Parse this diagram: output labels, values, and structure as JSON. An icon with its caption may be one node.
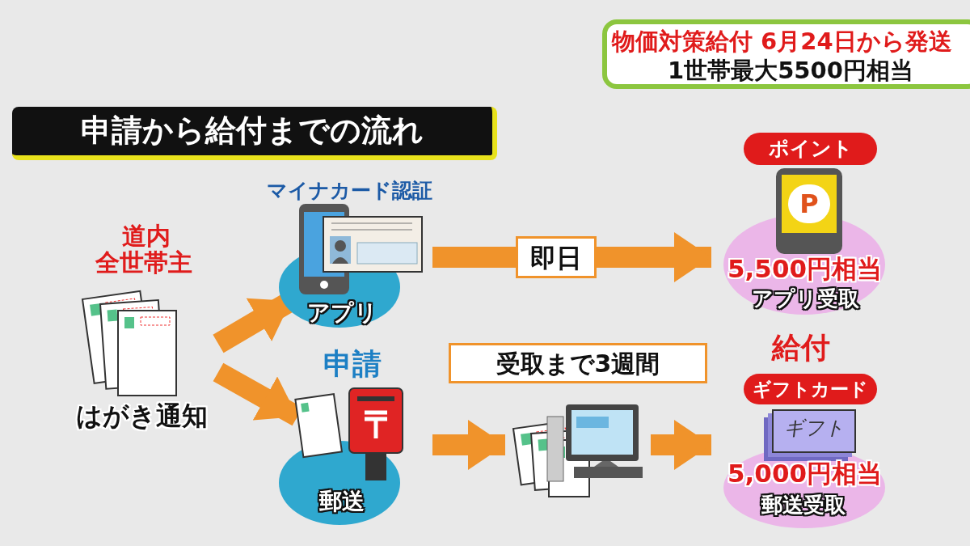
{
  "diagram": {
    "title": "申請から給付までの流れ",
    "nodes": [
      {
        "text": [
          "道内全世帯主",
          "はがき通知"
        ]
      },
      {
        "text": [
          "マイナカード認証",
          "アプリ"
        ]
      },
      {
        "text": [
          "郵送"
        ]
      },
      {
        "text": [],
        "shape": "picture"
      },
      {
        "text": [
          "ポイント",
          "5,500円相当",
          "アプリ受取"
        ]
      },
      {
        "text": [
          "ギフトカード",
          "5,000円相当",
          "郵送受取"
        ]
      }
    ],
    "edges": [
      {
        "from": 0,
        "to": 1,
        "arrow": "to"
      },
      {
        "from": 0,
        "to": 2,
        "arrow": "to"
      },
      {
        "from": 1,
        "to": 4,
        "arrow": "to",
        "label": "即日"
      },
      {
        "from": 2,
        "to": 3,
        "arrow": "to"
      },
      {
        "from": 3,
        "to": 5,
        "arrow": "to"
      }
    ],
    "labels": [
      "物価対策給付 6月24日から発送",
      "1世帯最大5500円相当",
      "P",
      "申請",
      "受取まで3週間",
      "給付",
      "ギフト"
    ]
  }
}
